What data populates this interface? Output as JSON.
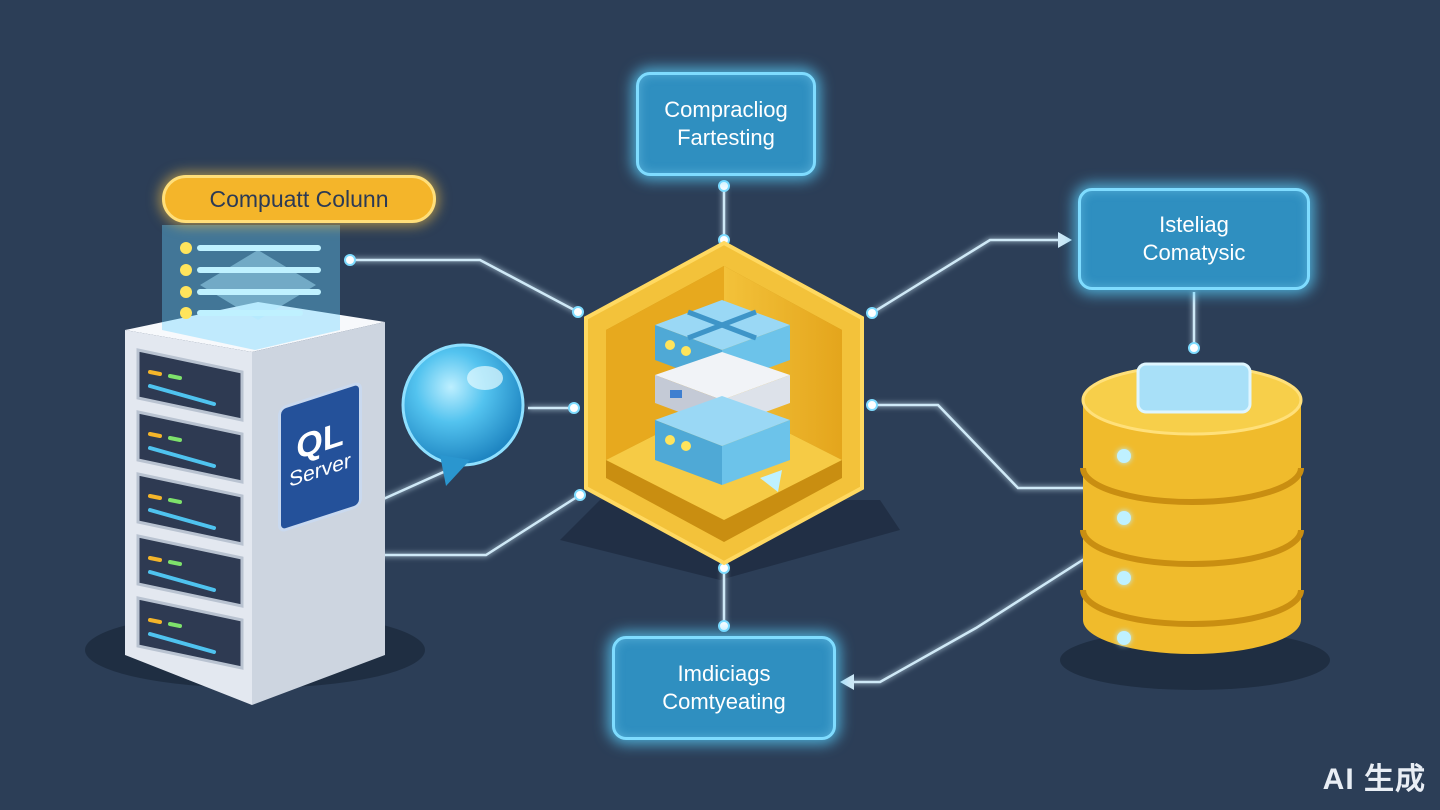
{
  "pill_label": "Compuatt Colunn",
  "server_badge": {
    "line1": "QL",
    "line2": "Server"
  },
  "box_top": {
    "line1": "Compracliog",
    "line2": "Fartesting"
  },
  "box_right": {
    "line1": "Isteliag",
    "line2": "Comatysic"
  },
  "box_bottom": {
    "line1": "Imdiciags",
    "line2": "Comtyeating"
  },
  "watermark": "AI 生成",
  "colors": {
    "background": "#2c3e57",
    "accent_blue": "#2f8fc0",
    "glow": "#7fdcff",
    "gold": "#f4b52a",
    "server_white": "#eef1f6"
  },
  "icons": [
    "server-rack-icon",
    "speech-bubble-icon",
    "hexagon-processor-icon",
    "database-cylinder-icon"
  ]
}
